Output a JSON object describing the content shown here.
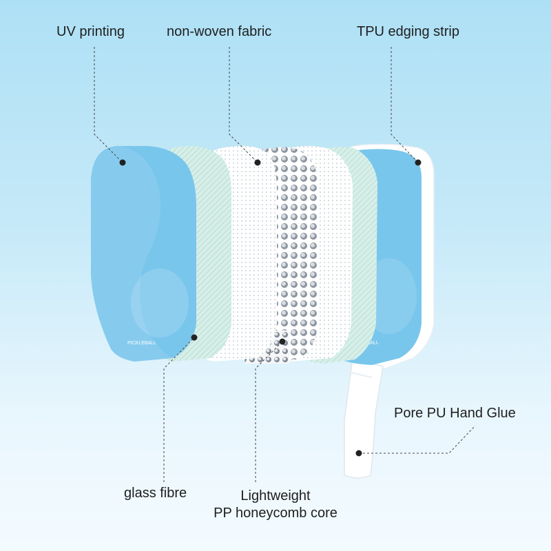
{
  "labels": {
    "uv_printing": "UV printing",
    "non_woven_fabric": "non-woven fabric",
    "tpu_edging_strip": "TPU edging strip",
    "pore_pu_hand_glue": "Pore PU Hand Glue",
    "glass_fibre": "glass fibre",
    "honeycomb_line1": "Lightweight",
    "honeycomb_line2": "PP honeycomb core"
  },
  "face_text": {
    "front_logo": "PICKLEBALL",
    "back_logo": "PICKLEBALL"
  },
  "colors": {
    "face_blue": "#79c6ec",
    "face_blue_dark": "#5fb6e3",
    "glass_fibre": "#d7efe9",
    "white_layer": "#ffffff",
    "honeycomb_grey": "#9aa3ad",
    "leader_line": "#444444"
  },
  "icons": [
    "leader-dot-icon"
  ]
}
